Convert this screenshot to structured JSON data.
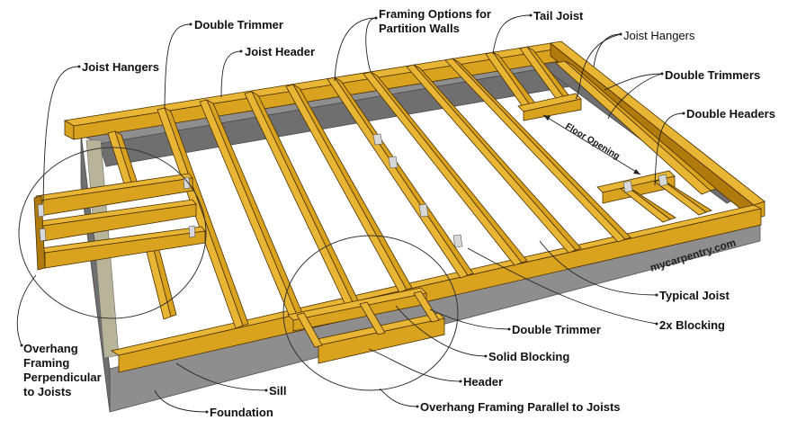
{
  "labels": {
    "double_trimmer_top": "Double Trimmer",
    "joist_header": "Joist Header",
    "framing_options_line1": "Framing Options for",
    "framing_options_line2": "Partition Walls",
    "tail_joist": "Tail Joist",
    "joist_hangers_right": "Joist Hangers",
    "joist_hangers_left": "Joist Hangers",
    "double_trimmers_right": "Double Trimmers",
    "double_headers": "Double Headers",
    "floor_opening": "Floor Opening",
    "watermark": "mycarpentry.com",
    "typical_joist": "Typical Joist",
    "double_trimmer_bottom": "Double Trimmer",
    "blocking_2x": "2x Blocking",
    "solid_blocking": "Solid Blocking",
    "header": "Header",
    "sill": "Sill",
    "foundation": "Foundation",
    "overhang_perp_line1": "Overhang",
    "overhang_perp_line2": "Framing",
    "overhang_perp_line3": "Perpendicular",
    "overhang_perp_line4": "to Joists",
    "overhang_parallel": "Overhang Framing Parallel to Joists"
  },
  "colors": {
    "wood": "#d9a21f",
    "concrete": "#8e8e8e",
    "background": "#ffffff"
  }
}
